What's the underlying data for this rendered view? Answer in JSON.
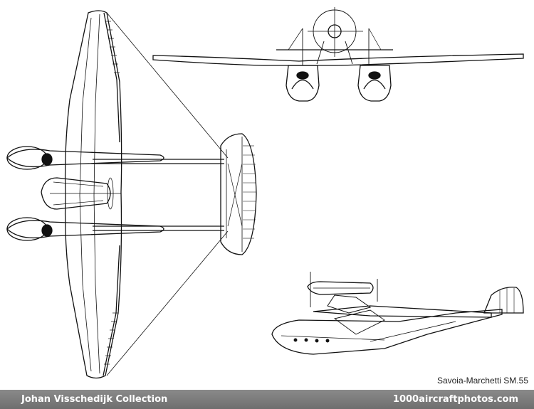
{
  "caption": "Savoia-Marchetti SM.55",
  "footer": {
    "collection": "Johan Visschedijk Collection",
    "site": "1000aircraftphotos.com"
  },
  "views": {
    "plan": "plan-view",
    "front": "front-view",
    "side": "side-view"
  },
  "colors": {
    "ink": "#111111",
    "footer_bar": "#7a7a7a",
    "background": "#ffffff"
  }
}
